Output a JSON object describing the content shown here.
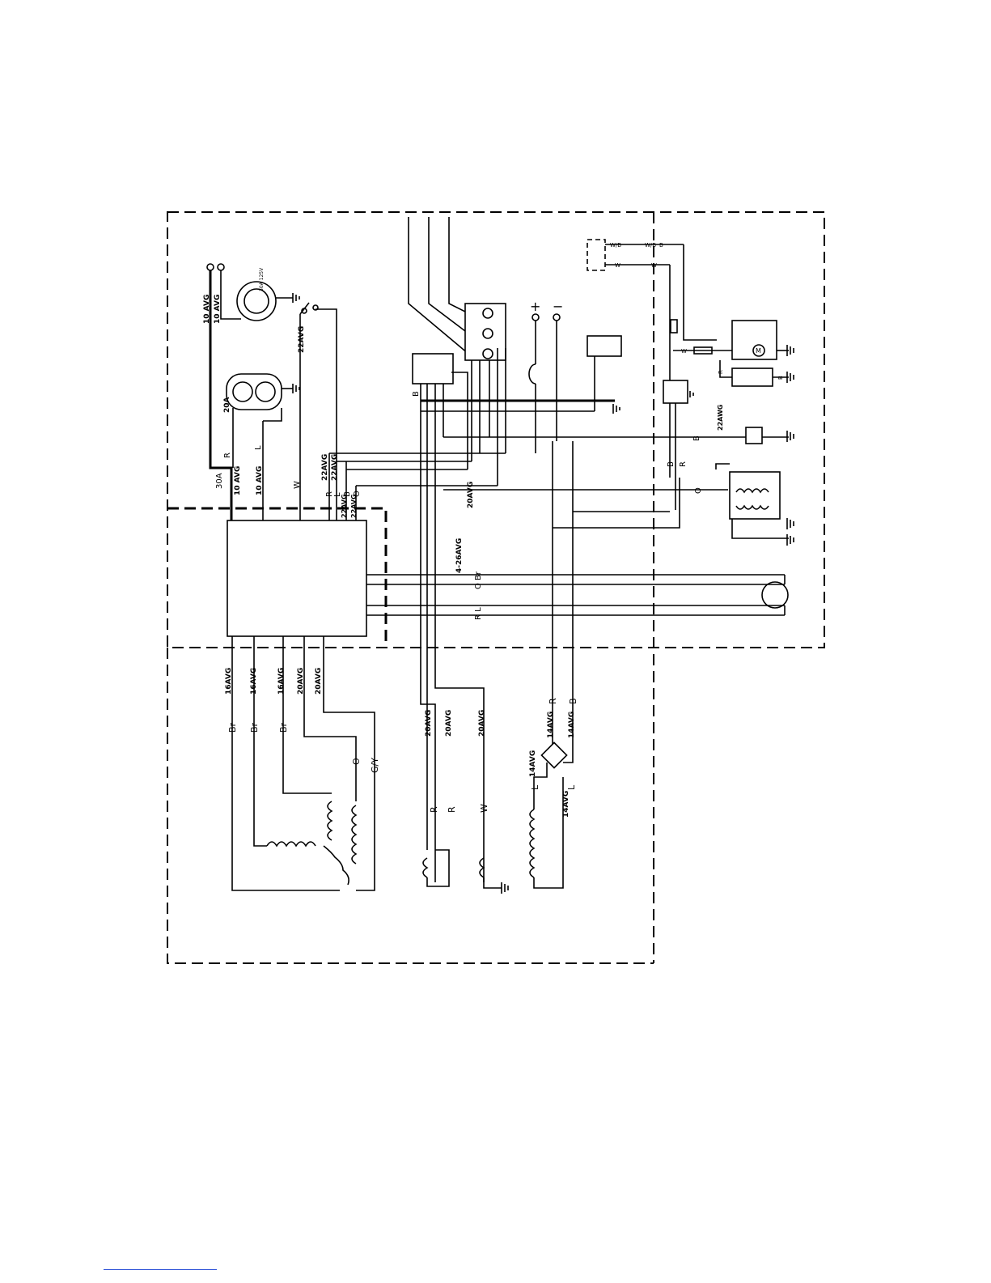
{
  "labels": {
    "awg_10_a": "10 AVG",
    "awg_10_b": "10 AVG",
    "awg_10_c": "10 AVG",
    "awg_10_d": "10 AVG",
    "amp_20": "20A",
    "amp_30": "30A",
    "r_left": "R",
    "l_left": "L",
    "w_left": "W",
    "awg_22_a": "22AVG",
    "awg_22_b": "22AVG",
    "awg_22_c": "22AVG",
    "awg_22_d": "22AVG",
    "awg_22_e": "22AVG",
    "r_top": "R",
    "l_top": "L",
    "b_top": "B",
    "o_top": "O",
    "b_block": "B",
    "awg_20_mid": "20AVG",
    "awg_4_26": "4-26AVG",
    "o_br": "O Br",
    "r_l_1": "R L",
    "r_l_2": "R L",
    "awg_16_a": "16AVG",
    "awg_16_b": "16AVG",
    "awg_16_c": "16AVG",
    "awg_20_a": "20AVG",
    "awg_20_b": "20AVG",
    "br_1": "Br",
    "br_2": "Br",
    "br_3": "Br",
    "o_low": "O",
    "gy_low": "G/Y",
    "awg_20_c": "20AVG",
    "awg_20_d": "20AVG",
    "awg_20_e": "20AVG",
    "r_low_1": "R",
    "r_low_2": "R",
    "w_low": "W",
    "r_right": "R",
    "b_right": "B",
    "awg_14_a": "14AVG",
    "awg_14_b": "14AVG",
    "awg_14_c": "14AVG",
    "awg_14_d": "14AVG",
    "l_low_1": "L",
    "l_low_2": "L",
    "plus": "+",
    "minus": "−",
    "awg_22_right": "22AWG",
    "b_r1": "B",
    "b_r2": "B",
    "r_r2": "R",
    "o_r": "O",
    "wb_1": "W/B",
    "wb_2": "W/B",
    "b_sw": "B",
    "w_sw1": "W",
    "w_sw2": "W",
    "w_fuse": "W",
    "r_batt": "R",
    "b_batt": "B",
    "m_motor": "M",
    "receptacle_rating": "30A 125V"
  }
}
